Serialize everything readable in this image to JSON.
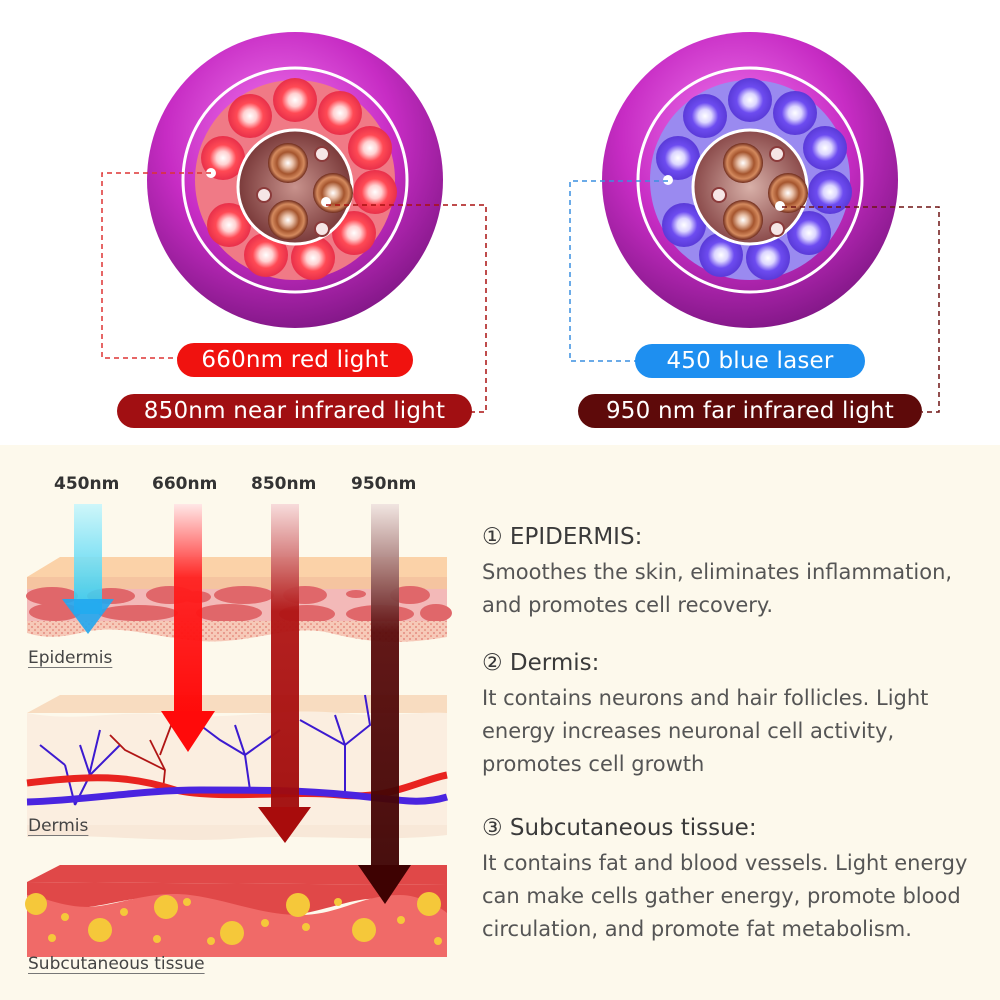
{
  "devices": [
    {
      "name": "red-light-head",
      "led_color": "red",
      "labels": [
        {
          "text": "660nm red light",
          "color": "#f0120f"
        },
        {
          "text": "850nm near infrared light",
          "color": "#a10f12"
        }
      ]
    },
    {
      "name": "blue-light-head",
      "led_color": "blue",
      "labels": [
        {
          "text": "450 blue laser",
          "color": "#1e8ff0"
        },
        {
          "text": "950 nm far infrared light",
          "color": "#5e0a0a"
        }
      ]
    }
  ],
  "wavelengths": [
    {
      "label": "450nm",
      "color": "#2bb8f5",
      "reaches": "Epidermis"
    },
    {
      "label": "660nm",
      "color": "#ff1010",
      "reaches": "Dermis"
    },
    {
      "label": "850nm",
      "color": "#a80c0c",
      "reaches": "Dermis"
    },
    {
      "label": "950nm",
      "color": "#4a0303",
      "reaches": "Subcutaneous tissue"
    }
  ],
  "layers": {
    "epidermis": "Epidermis",
    "dermis": "Dermis",
    "subcutaneous": "Subcutaneous tissue"
  },
  "info": [
    {
      "title": "① EPIDERMIS:",
      "body": "Smoothes the skin, eliminates inflammation, and promotes cell recovery."
    },
    {
      "title": "② Dermis:",
      "body": "It contains neurons and hair follicles. Light energy increases neuronal cell activity, promotes cell growth"
    },
    {
      "title": "③ Subcutaneous tissue:",
      "body": "It contains fat and blood vessels. Light energy can make cells gather energy, promote blood circulation, and promote fat metabolism."
    }
  ]
}
